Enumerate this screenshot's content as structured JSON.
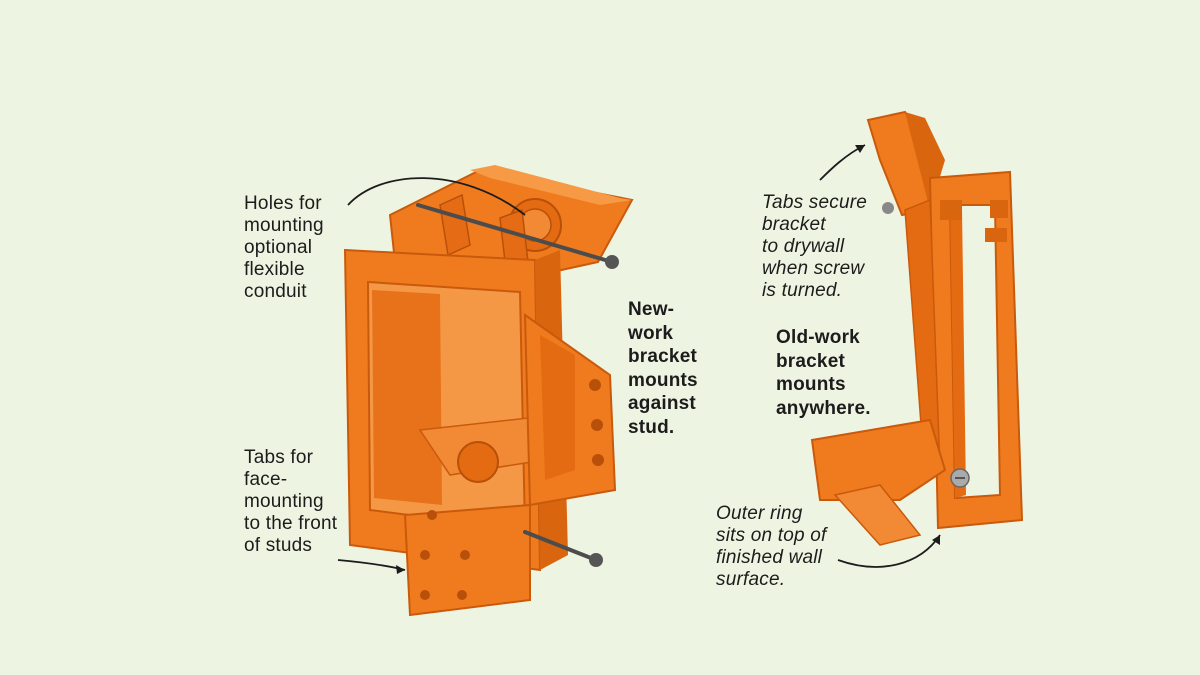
{
  "colors": {
    "background": "#eef4e2",
    "plastic": "#f07a1e",
    "plastic_dark": "#c95a0c",
    "plastic_light": "#f79a45",
    "text": "#1c1c1c"
  },
  "left_bracket": {
    "callout_holes": "Holes for\nmounting\noptional\nflexible\nconduit",
    "callout_tabs": "Tabs for\nface-\nmounting\nto the front\nof studs",
    "title": "New-\nwork\nbracket\nmounts\nagainst\nstud."
  },
  "right_bracket": {
    "callout_tabs": "Tabs secure\nbracket\nto drywall\nwhen screw\nis turned.",
    "title": "Old-work\nbracket\nmounts\nanywhere.",
    "callout_ring": "Outer ring\nsits on top of\nfinished wall\nsurface."
  }
}
